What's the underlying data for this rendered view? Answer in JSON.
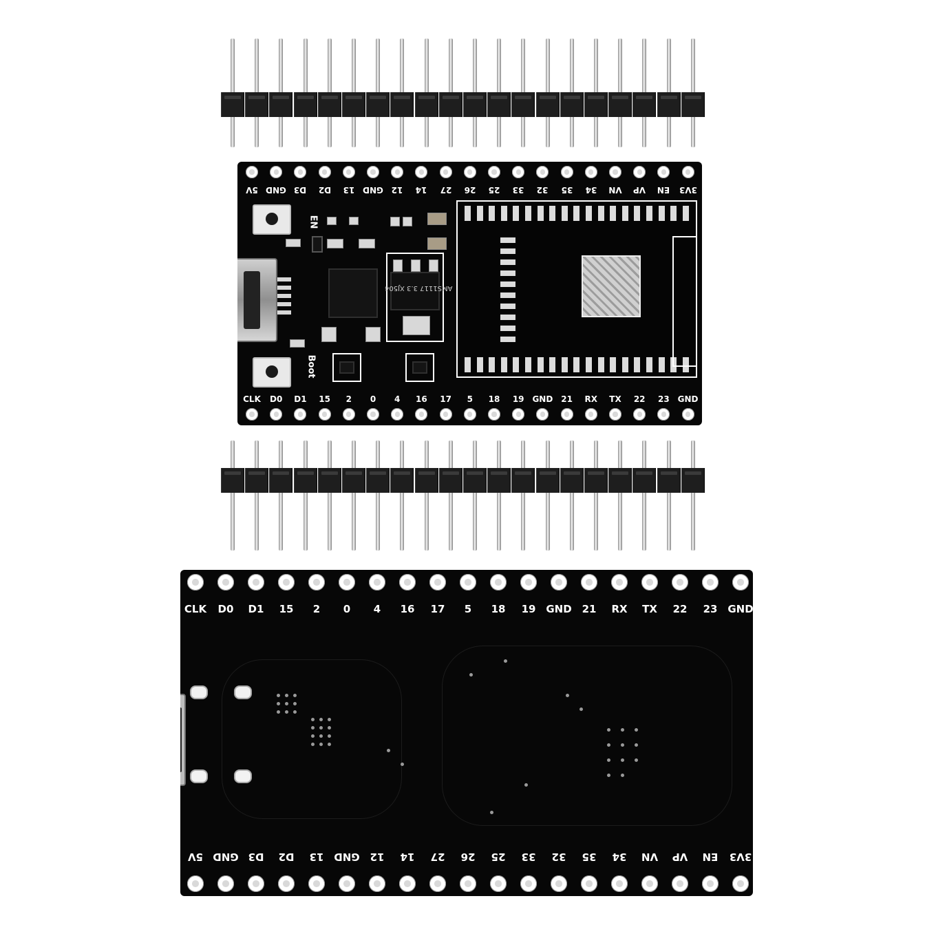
{
  "top_board": {
    "top_row_labels": [
      "5V",
      "GND",
      "D3",
      "D2",
      "13",
      "GND",
      "12",
      "14",
      "27",
      "26",
      "25",
      "33",
      "32",
      "35",
      "34",
      "VN",
      "VP",
      "EN",
      "3V3"
    ],
    "bottom_row_labels": [
      "CLK",
      "D0",
      "D1",
      "15",
      "2",
      "0",
      "4",
      "16",
      "17",
      "5",
      "18",
      "19",
      "GND",
      "21",
      "RX",
      "TX",
      "22",
      "23",
      "GND"
    ],
    "en_label": "EN",
    "boot_label": "Boot",
    "regulator_text": "AMS1117 3.3 XJ504"
  },
  "bottom_board": {
    "top_row_labels": [
      "CLK",
      "D0",
      "D1",
      "15",
      "2",
      "0",
      "4",
      "16",
      "17",
      "5",
      "18",
      "19",
      "GND",
      "21",
      "RX",
      "TX",
      "22",
      "23",
      "GND"
    ],
    "bottom_row_labels": [
      "5V",
      "GND",
      "D3",
      "D2",
      "13",
      "GND",
      "12",
      "14",
      "27",
      "26",
      "25",
      "33",
      "32",
      "35",
      "34",
      "VN",
      "VP",
      "EN",
      "3V3"
    ]
  },
  "colors": {
    "pcb": "#070707",
    "silkscreen": "#ffffff",
    "pin": "#c8c8c8",
    "background": "#ffffff"
  }
}
